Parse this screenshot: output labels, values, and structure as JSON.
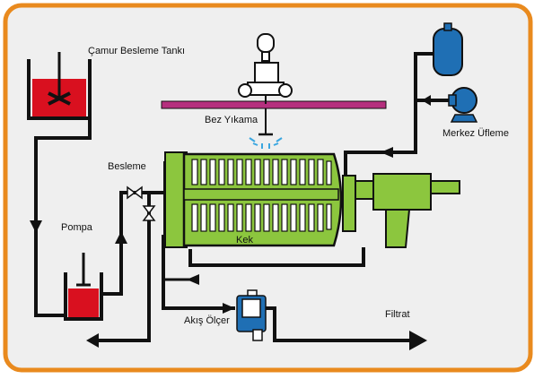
{
  "colors": {
    "frame": "#e98a1e",
    "background": "#efefef",
    "pipe": "#111111",
    "press_green": "#8cc63e",
    "sludge_red": "#d9101f",
    "rail_magenta": "#b5307e",
    "tank_blue": "#1f6fb4",
    "spray_blue": "#3aa6e0"
  },
  "labels": {
    "tank": "Çamur Besleme Tankı",
    "wash": "Bez Yıkama",
    "center_blow": "Merkez Üfleme",
    "feed": "Besleme",
    "pump": "Pompa",
    "cake": "Kek",
    "flow_meter": "Akış Ölçer",
    "filtrate": "Filtrat"
  },
  "icons": {
    "sludge_tank": "mixing-tank-icon",
    "pump": "pump-icon",
    "air_tank": "air-receiver-icon",
    "blower": "blower-icon",
    "washer": "cloth-wash-nozzle-icon",
    "flow_meter": "flow-meter-icon",
    "valves": "butterfly-valve-icon"
  }
}
